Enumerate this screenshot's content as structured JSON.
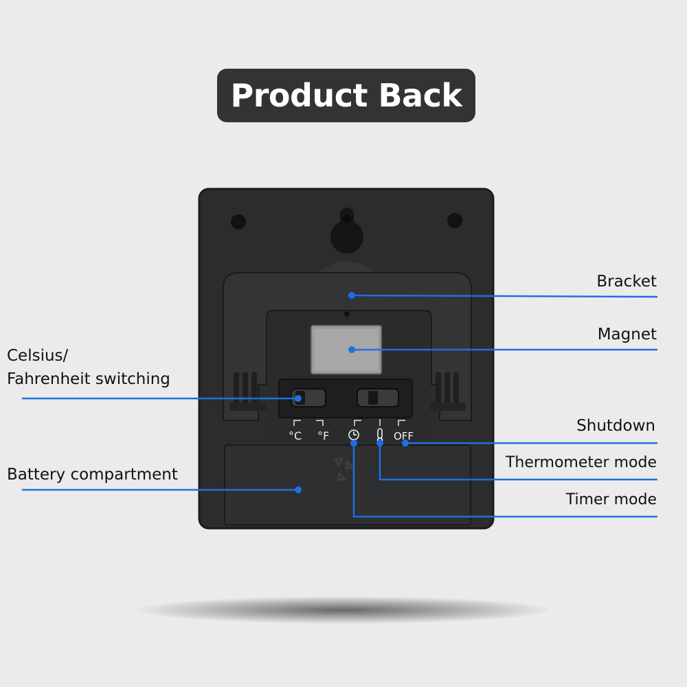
{
  "title": "Product Back",
  "labels": {
    "bracket": "Bracket",
    "magnet": "Magnet",
    "celsius_line1": "Celsius/",
    "celsius_line2": "Fahrenheit switching",
    "shutdown": "Shutdown",
    "thermometer": "Thermometer mode",
    "timer": "Timer mode",
    "battery": "Battery compartment"
  },
  "switch_marks": {
    "celsius": "°C",
    "fahrenheit": "°F",
    "off": "OFF"
  },
  "colors": {
    "callout_line": "#1f6fe0",
    "device_body": "#2b2c2e",
    "title_bg": "#333333",
    "background": "#ebebeb",
    "magnet": "#9c9c9c"
  }
}
